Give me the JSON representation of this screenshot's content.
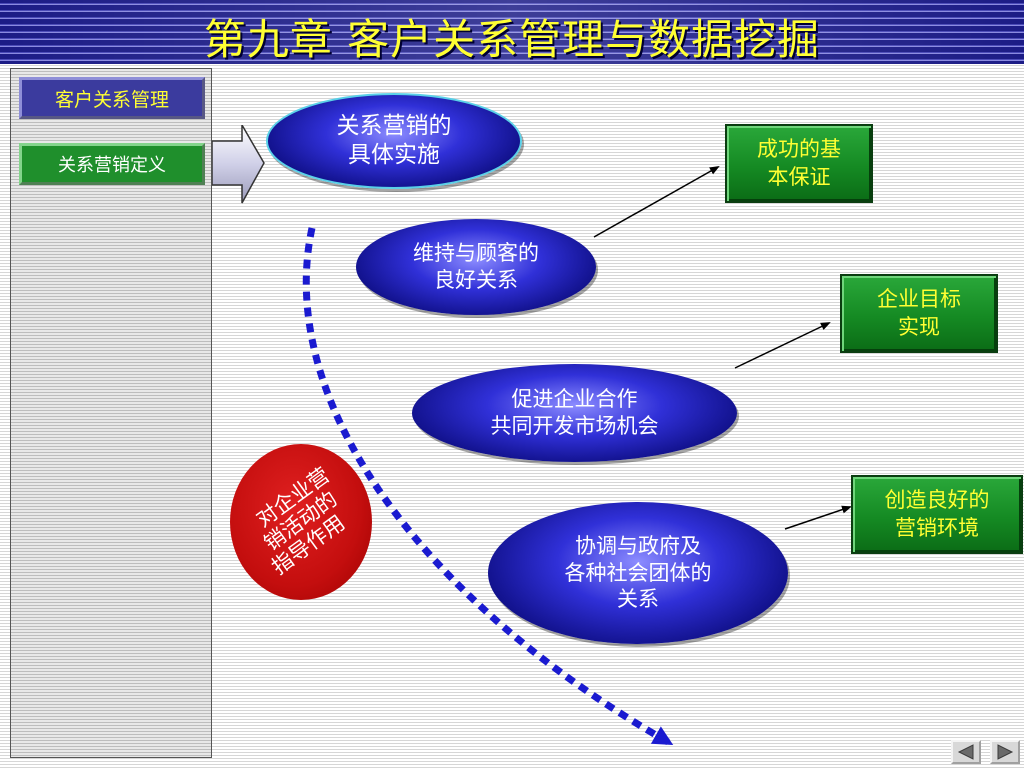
{
  "header": {
    "title": "第九章  客户关系管理与数据挖掘"
  },
  "sidebar": {
    "items": [
      {
        "label": "客户关系管理"
      },
      {
        "label": "关系营销定义"
      }
    ]
  },
  "diagram": {
    "ellipses": [
      {
        "line1": "关系营销的",
        "line2": "具体实施"
      },
      {
        "line1": "维持与顾客的",
        "line2": "良好关系"
      },
      {
        "line1": "促进企业合作",
        "line2": "共同开发市场机会"
      },
      {
        "line1": "协调与政府及",
        "line2": "各种社会团体的",
        "line3": "关系"
      }
    ],
    "results": [
      {
        "line1": "成功的基",
        "line2": "本保证"
      },
      {
        "line1": "企业目标",
        "line2": "实现"
      },
      {
        "line1": "创造良好的",
        "line2": "营销环境"
      }
    ],
    "guide": {
      "line1": "对企业营",
      "line2": "销活动的",
      "line3": "指导作用"
    }
  },
  "colors": {
    "title_text": "#ffff33",
    "ellipse_blue": "#3030d8",
    "result_green": "#158a23",
    "guide_red": "#c40e0e",
    "dotted_arrow": "#1a1ad0"
  },
  "icons": {
    "pointer": "block-arrow-right-icon",
    "prev": "triangle-left-icon",
    "next": "triangle-right-icon"
  }
}
